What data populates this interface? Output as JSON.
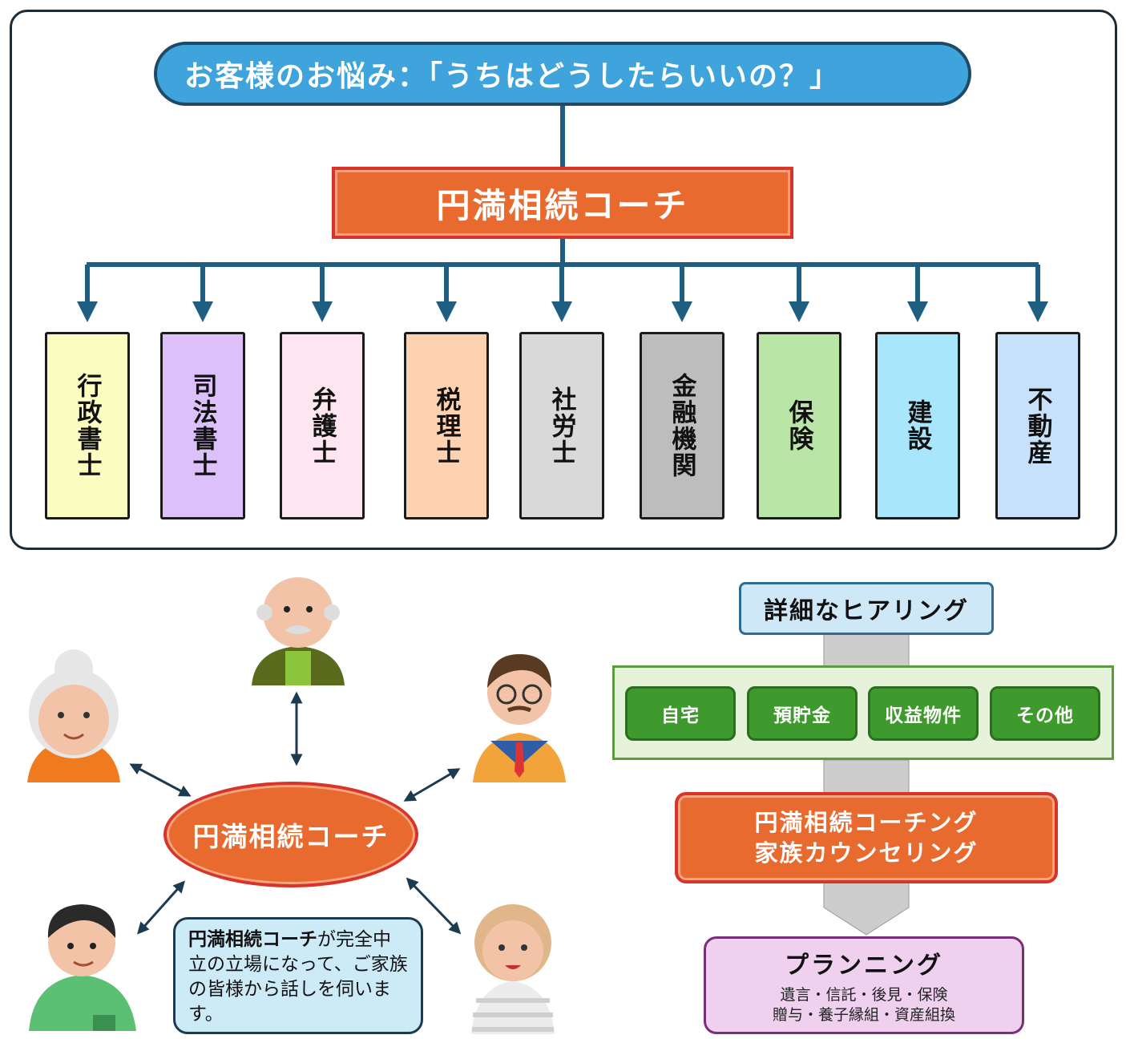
{
  "org": {
    "header": "お客様のお悩み：「うちはどうしたらいいの？」",
    "coach": "円満相続コーチ",
    "specialists": [
      {
        "label": "行政書士",
        "color": "#fbfcc0"
      },
      {
        "label": "司法書士",
        "color": "#dcc0fa"
      },
      {
        "label": "弁護士",
        "color": "#fde6ef"
      },
      {
        "label": "税理士",
        "color": "#fdd2b0"
      },
      {
        "label": "社労士",
        "color": "#d9d9d9"
      },
      {
        "label": "金融機関",
        "color": "#bdbdbd"
      },
      {
        "label": "保険",
        "color": "#b9e5a6"
      },
      {
        "label": "建設",
        "color": "#a8e6fb"
      },
      {
        "label": "不動産",
        "color": "#c7e1fb"
      }
    ]
  },
  "family": {
    "center": "円満相続コーチ",
    "note_bold": "円満相続コーチ",
    "note_rest": "が完全中立の立場になって、ご家族の皆様から話しを伺います。"
  },
  "flow": {
    "hearing": "詳細なヒアリング",
    "assets": [
      "自宅",
      "預貯金",
      "収益物件",
      "その他"
    ],
    "coaching_line1": "円満相続コーチング",
    "coaching_line2": "家族カウンセリング",
    "planning_title": "プランニング",
    "planning_line1": "遺言・信託・後見・保険",
    "planning_line2": "贈与・養子縁組・資産組換"
  }
}
